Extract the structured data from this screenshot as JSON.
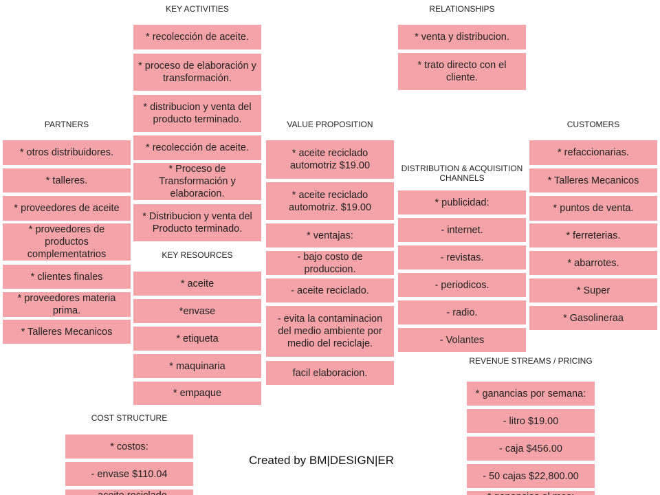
{
  "sections": {
    "key_activities": {
      "title": "KEY ACTIVITIES",
      "items": [
        "* recolección de aceite.",
        "* proceso de elaboración y transformación.",
        "* distribucion y venta del producto terminado.",
        "* recolección de aceite.",
        "* Proceso de Transformación y elaboracion.",
        "* Distribucion y venta del Producto terminado."
      ]
    },
    "relationships": {
      "title": "RELATIONSHIPS",
      "items": [
        "* venta y distribucion.",
        "* trato directo con el cliente."
      ]
    },
    "partners": {
      "title": "PARTNERS",
      "items": [
        "* otros distribuidores.",
        "* talleres.",
        "* proveedores de aceite",
        "* proveedores de productos complementatrios",
        "* clientes finales",
        "* proveedores materia prima.",
        "* Talleres Mecanicos"
      ]
    },
    "value_proposition": {
      "title": "VALUE PROPOSITION",
      "items": [
        "* aceite reciclado automotriz $19.00",
        "* aceite reciclado automotriz. $19.00",
        "* ventajas:",
        "- bajo costo de produccion.",
        "- aceite reciclado.",
        "- evita la contaminacion del medio ambiente por medio del reciclaje.",
        "facil elaboracion."
      ]
    },
    "customers": {
      "title": "CUSTOMERS",
      "items": [
        "* refaccionarias.",
        "* Talleres Mecanicos",
        "* puntos de venta.",
        "* ferreterias.",
        "* abarrotes.",
        "* Super",
        "* Gasolineraa"
      ]
    },
    "distribution": {
      "title": "DISTRIBUTION & ACQUISITION CHANNELS",
      "items": [
        "* publicidad:",
        "- internet.",
        "- revistas.",
        "- periodicos.",
        "- radio.",
        "- Volantes"
      ]
    },
    "key_resources": {
      "title": "KEY RESOURCES",
      "items": [
        "* aceite",
        "*envase",
        "* etiqueta",
        "* maquinaria",
        "* empaque"
      ]
    },
    "revenue": {
      "title": "REVENUE STREAMS / PRICING",
      "items": [
        "* ganancias por semana:",
        "- litro $19.00",
        "- caja $456.00",
        "- 50 cajas $22,800.00",
        "* ganancias al mes:"
      ]
    },
    "cost_structure": {
      "title": "COST STRUCTURE",
      "items": [
        "* costos:",
        "- envase $110.04",
        "- aceite reciclado"
      ]
    }
  },
  "footer": "Created by BM|DESIGN|ER",
  "colors": {
    "box": "#f4a3a8",
    "background": "#ffffff"
  }
}
